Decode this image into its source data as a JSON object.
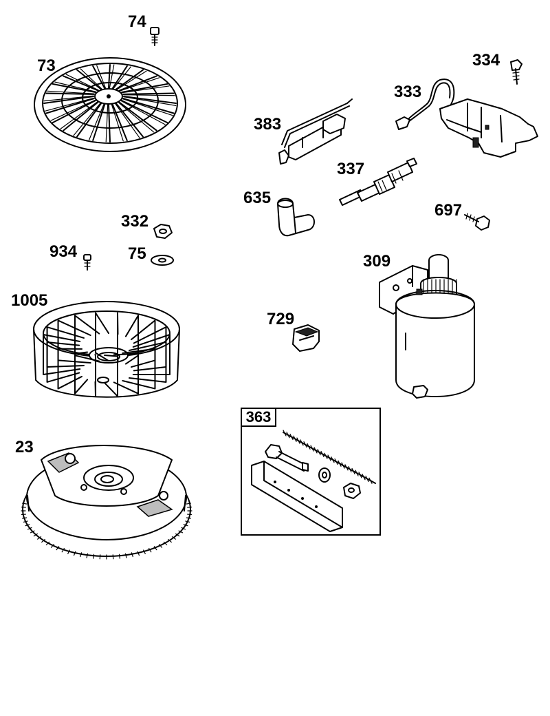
{
  "parts": [
    {
      "id": "p74",
      "number": "74"
    },
    {
      "id": "p73",
      "number": "73"
    },
    {
      "id": "p334",
      "number": "334"
    },
    {
      "id": "p333",
      "number": "333"
    },
    {
      "id": "p383",
      "number": "383"
    },
    {
      "id": "p337",
      "number": "337"
    },
    {
      "id": "p635",
      "number": "635"
    },
    {
      "id": "p697",
      "number": "697"
    },
    {
      "id": "p332",
      "number": "332"
    },
    {
      "id": "p934",
      "number": "934"
    },
    {
      "id": "p75",
      "number": "75"
    },
    {
      "id": "p1005",
      "number": "1005"
    },
    {
      "id": "p309",
      "number": "309"
    },
    {
      "id": "p729",
      "number": "729"
    },
    {
      "id": "p23",
      "number": "23"
    },
    {
      "id": "p363",
      "number": "363"
    }
  ]
}
